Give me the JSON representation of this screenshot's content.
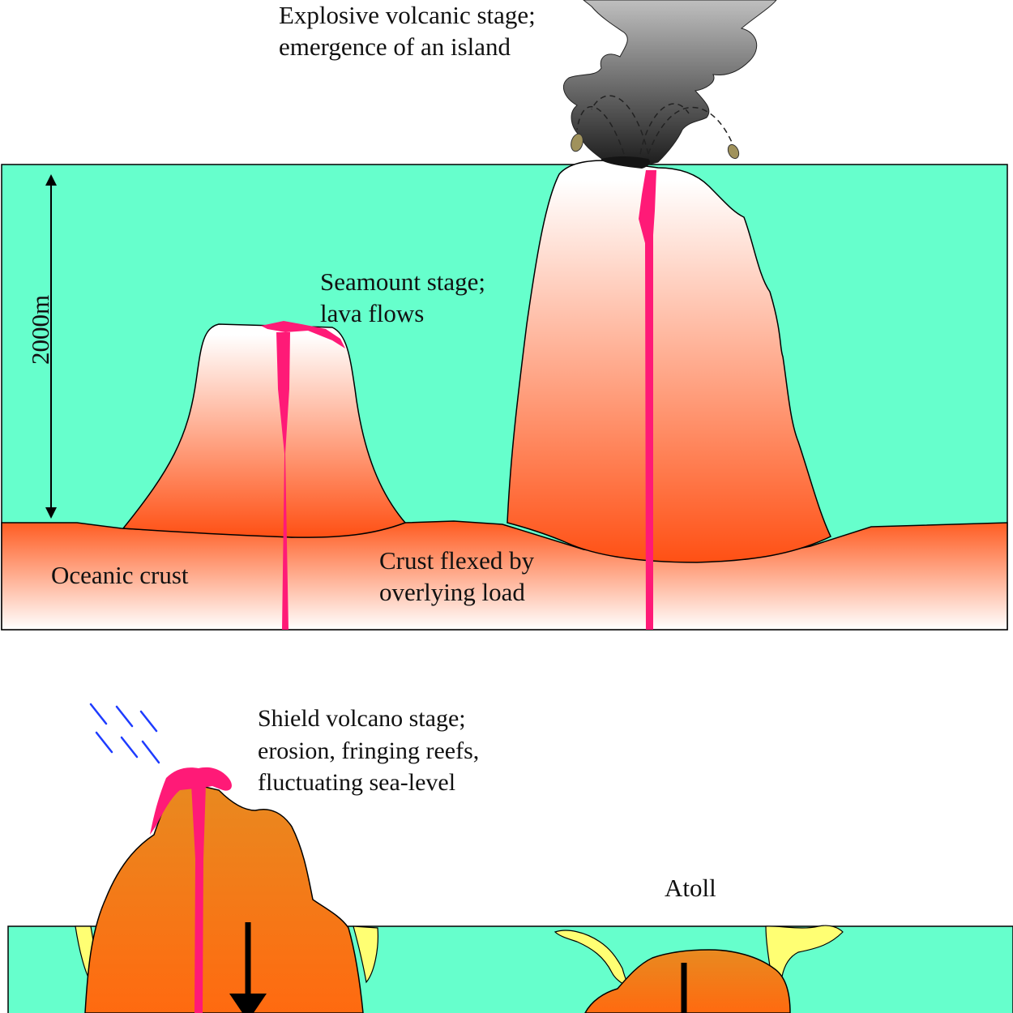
{
  "colors": {
    "sea": "#66ffcc",
    "crust_top": "#ff5a1f",
    "crust_bottom": "#ffffff",
    "magma": "#ff1a77",
    "volcano_base": "#ff5014",
    "volcano_top": "#ffffff",
    "shield": "#ff6a10",
    "shield_top": "#e88a20",
    "reef": "#ffff73",
    "plume_dark": "#1c1c1c",
    "plume_light": "#bfbfbf",
    "bomb": "#a0925c",
    "rain": "#1e3cff",
    "outline": "#000000"
  },
  "labels": {
    "explosive_line1": "Explosive volcanic stage;",
    "explosive_line2": "emergence of an island",
    "seamount_line1": "Seamount stage;",
    "seamount_line2": "lava flows",
    "scale_bar": "2000m",
    "oceanic_crust": "Oceanic crust",
    "flexed_line1": "Crust flexed by",
    "flexed_line2": "overlying load",
    "shield_line1": "Shield volcano stage;",
    "shield_line2": "erosion, fringing reefs,",
    "shield_line3": "fluctuating sea-level",
    "atoll": "Atoll"
  },
  "icons": {
    "scale_arrow": "double-headed-vertical-arrow",
    "subsidence_arrow": "down-arrow",
    "rain": "rain-streaks",
    "plume": "ash-plume",
    "bombs": "volcanic-bombs"
  }
}
